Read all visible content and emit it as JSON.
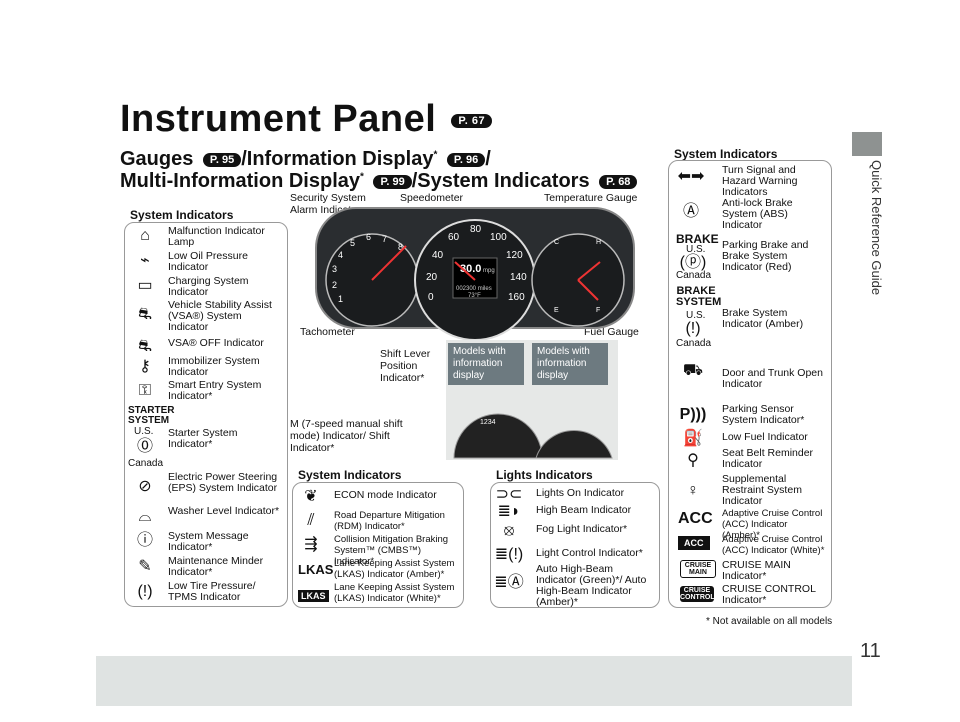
{
  "title": "Instrument Panel",
  "title_ref": "P. 67",
  "subtitle": {
    "line1a": "Gauges",
    "ref1": "P. 95",
    "line1b": "/Information Display",
    "ref2": "P. 96",
    "line2a": "Multi-Information Display",
    "ref3": "P. 99",
    "line2b": "/System Indicators",
    "ref4": "P. 68",
    "star": "*"
  },
  "side_tab_text": "Quick Reference Guide",
  "page_number": "11",
  "footnote": "* Not available on all models",
  "left_indicators": {
    "heading": "System Indicators",
    "items": [
      {
        "icon": "engine-icon",
        "glyph": "⌂",
        "label": "Malfunction Indicator Lamp"
      },
      {
        "icon": "oil-icon",
        "glyph": "⛽",
        "label": "Low Oil Pressure Indicator"
      },
      {
        "icon": "battery-icon",
        "glyph": "▭",
        "label": "Charging System Indicator"
      },
      {
        "icon": "vsa-icon",
        "glyph": "⛐",
        "label": "Vehicle Stability Assist (VSA®) System Indicator"
      },
      {
        "icon": "vsa-off-icon",
        "glyph": "⛐",
        "label": "VSA® OFF Indicator"
      },
      {
        "icon": "immobilizer-icon",
        "glyph": "⚷",
        "label": "Immobilizer System Indicator"
      },
      {
        "icon": "smart-entry-icon",
        "glyph": "⚿",
        "label": "Smart Entry System Indicator*"
      },
      {
        "icon": "starter-icon",
        "glyph": "STARTER SYSTEM",
        "label": "Starter System Indicator*"
      },
      {
        "icon": "eps-icon",
        "glyph": "⊘",
        "label": "Electric Power Steering (EPS) System Indicator"
      },
      {
        "icon": "washer-icon",
        "glyph": "⌓",
        "label": "Washer Level Indicator*"
      },
      {
        "icon": "message-icon",
        "glyph": "ⓘ",
        "label": "System Message Indicator*"
      },
      {
        "icon": "wrench-icon",
        "glyph": "🔧",
        "label": "Maintenance Minder Indicator*"
      },
      {
        "icon": "tpms-icon",
        "glyph": "(!)",
        "label": "Low Tire Pressure/ TPMS Indicator"
      }
    ],
    "us": "U.S.",
    "canada": "Canada"
  },
  "gauge_callouts": {
    "security": "Security System Alarm Indicator",
    "speedometer": "Speedometer",
    "temperature": "Temperature Gauge",
    "tachometer": "Tachometer",
    "fuel": "Fuel Gauge",
    "shift_lever": "Shift Lever Position Indicator*",
    "m_indicator": "M (7-speed manual shift mode) Indicator/ Shift Indicator*",
    "models_box": "Models with information display"
  },
  "dash_readouts": {
    "speed": "30.0",
    "speed_unit": "mpg",
    "odometer": "002300 miles",
    "temp": "73°F",
    "gear": "1234",
    "speed_ticks": [
      "0",
      "20",
      "40",
      "60",
      "80",
      "100",
      "120",
      "140",
      "160"
    ],
    "tach_ticks": [
      "1",
      "2",
      "3",
      "4",
      "5",
      "6",
      "7",
      "8"
    ]
  },
  "bottom_system": {
    "heading": "System Indicators",
    "items": [
      {
        "icon": "eco-icon",
        "label": "ECON mode Indicator"
      },
      {
        "icon": "rdm-icon",
        "label": "Road Departure Mitigation (RDM) Indicator*"
      },
      {
        "icon": "cmbs-icon",
        "label": "Collision Mitigation Braking System™ (CMBS™) Indicator*"
      },
      {
        "icon": "lkas-amber-icon",
        "label": "Lane Keeping Assist System (LKAS) Indicator (Amber)*"
      },
      {
        "icon": "lkas-white-icon",
        "label": "Lane Keeping Assist System (LKAS) Indicator (White)*"
      }
    ],
    "lkas_label": "LKAS"
  },
  "lights": {
    "heading": "Lights Indicators",
    "items": [
      {
        "icon": "lights-on-icon",
        "label": "Lights On Indicator"
      },
      {
        "icon": "high-beam-icon",
        "label": "High Beam Indicator"
      },
      {
        "icon": "fog-light-icon",
        "label": "Fog Light Indicator*"
      },
      {
        "icon": "light-control-icon",
        "label": "Light Control Indicator*"
      },
      {
        "icon": "auto-high-beam-icon",
        "label": "Auto High-Beam Indicator (Green)*/ Auto High-Beam Indicator (Amber)*"
      }
    ]
  },
  "right_indicators": {
    "heading": "System Indicators",
    "items": [
      {
        "icon": "turn-signal-icon",
        "label": "Turn Signal and Hazard Warning Indicators"
      },
      {
        "icon": "abs-icon",
        "label": "Anti-lock Brake System (ABS) Indicator"
      },
      {
        "icon": "parking-brake-icon",
        "label": "Parking Brake and Brake System Indicator (Red)"
      },
      {
        "icon": "brake-system-icon",
        "label": "Brake System Indicator (Amber)"
      },
      {
        "icon": "door-trunk-icon",
        "label": "Door and Trunk Open Indicator"
      },
      {
        "icon": "parking-sensor-icon",
        "label": "Parking Sensor System Indicator*"
      },
      {
        "icon": "low-fuel-icon",
        "label": "Low Fuel Indicator"
      },
      {
        "icon": "seatbelt-icon",
        "label": "Seat Belt Reminder Indicator"
      },
      {
        "icon": "srs-icon",
        "label": "Supplemental Restraint System Indicator"
      },
      {
        "icon": "acc-amber-icon",
        "label": "Adaptive Cruise Control (ACC) Indicator (Amber)*"
      },
      {
        "icon": "acc-white-icon",
        "label": "Adaptive Cruise Control (ACC) Indicator (White)*"
      },
      {
        "icon": "cruise-main-icon",
        "label": "CRUISE MAIN Indicator*"
      },
      {
        "icon": "cruise-control-icon",
        "label": "CRUISE CONTROL Indicator*"
      }
    ],
    "brake_text": "BRAKE",
    "brake_system_text": "BRAKE SYSTEM",
    "acc_text": "ACC",
    "cruise_main_text": "CRUISE MAIN",
    "cruise_control_text": "CRUISE CONTROL",
    "us": "U.S.",
    "canada": "Canada"
  }
}
